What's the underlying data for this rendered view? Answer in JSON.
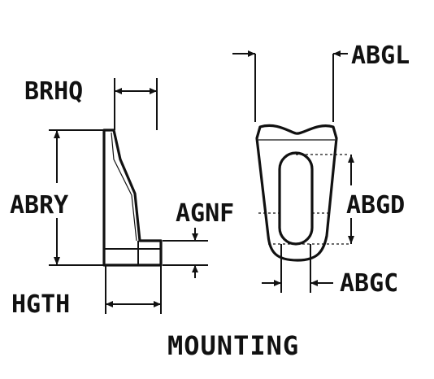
{
  "diagram": {
    "caption": "MOUNTING",
    "labels": {
      "brhq": "BRHQ",
      "abry": "ABRY",
      "hgth": "HGTH",
      "agnf": "AGNF",
      "abgl": "ABGL",
      "abgd": "ABGD",
      "abgc": "ABGC"
    },
    "colors": {
      "ink": "#111111",
      "paper": "#ffffff"
    }
  }
}
